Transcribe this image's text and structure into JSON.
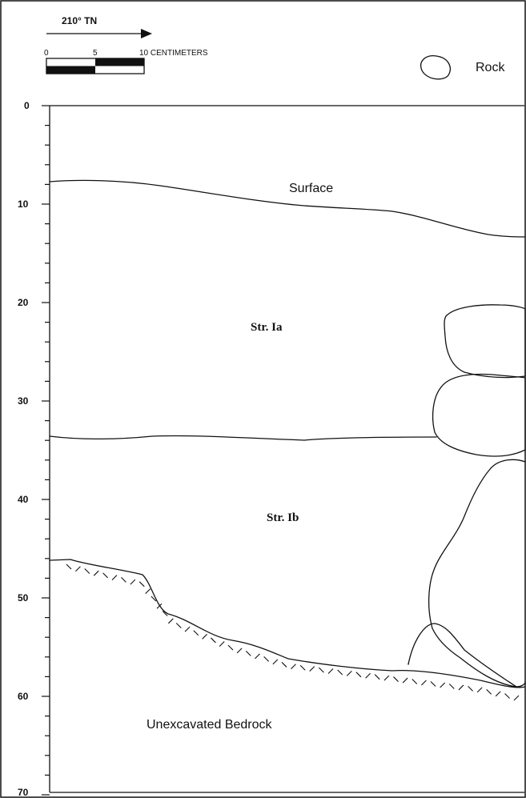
{
  "north_arrow": {
    "label": "210° TN"
  },
  "scale_bar": {
    "ticks": [
      "0",
      "5"
    ],
    "end_label": "10 CENTIMETERS"
  },
  "legend": {
    "rock_label": "Rock",
    "rock_icon": "rock-outline-icon"
  },
  "depth_axis": {
    "labels": [
      "0",
      "10",
      "20",
      "30",
      "40",
      "50",
      "60",
      "70"
    ]
  },
  "strata": {
    "surface": "Surface",
    "str_ia": "Str. Ia",
    "str_ib": "Str. Ib",
    "bedrock": "Unexcavated Bedrock"
  }
}
